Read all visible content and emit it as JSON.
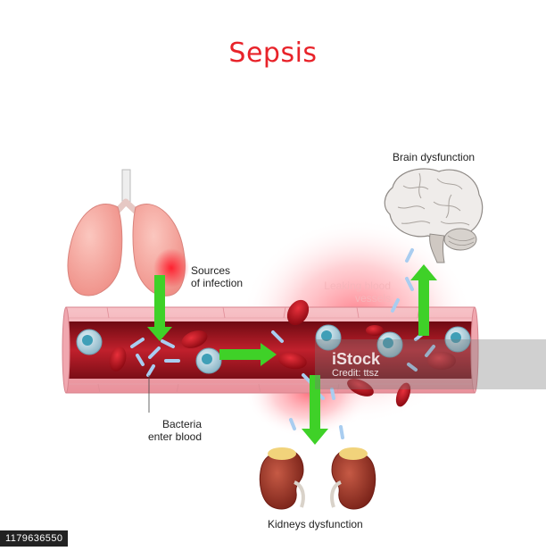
{
  "title": "Sepsis",
  "labels": {
    "sources": [
      "Sources",
      "of infection"
    ],
    "leaking": [
      "Leaking blood",
      "vessels"
    ],
    "brain": "Brain dysfunction",
    "bacteria": [
      "Bacteria",
      "enter blood"
    ],
    "kidneys": "Kidneys dysfunction"
  },
  "watermark": {
    "brand": "iStock",
    "credit": "Credit: ttsz"
  },
  "stock_id": "1179636550",
  "colors": {
    "title": "#e8232a",
    "arrow": "#3fd128",
    "vessel": "#f2a3ab",
    "vessel_lumen": "#a5141f",
    "blood_cell": "#c4141e",
    "bacteria": "#a9cdf0",
    "leak_glow": "#ff6b77",
    "lung": "#f5a8a1",
    "kidney": "#a8352b",
    "brain": "#ece9e5"
  }
}
